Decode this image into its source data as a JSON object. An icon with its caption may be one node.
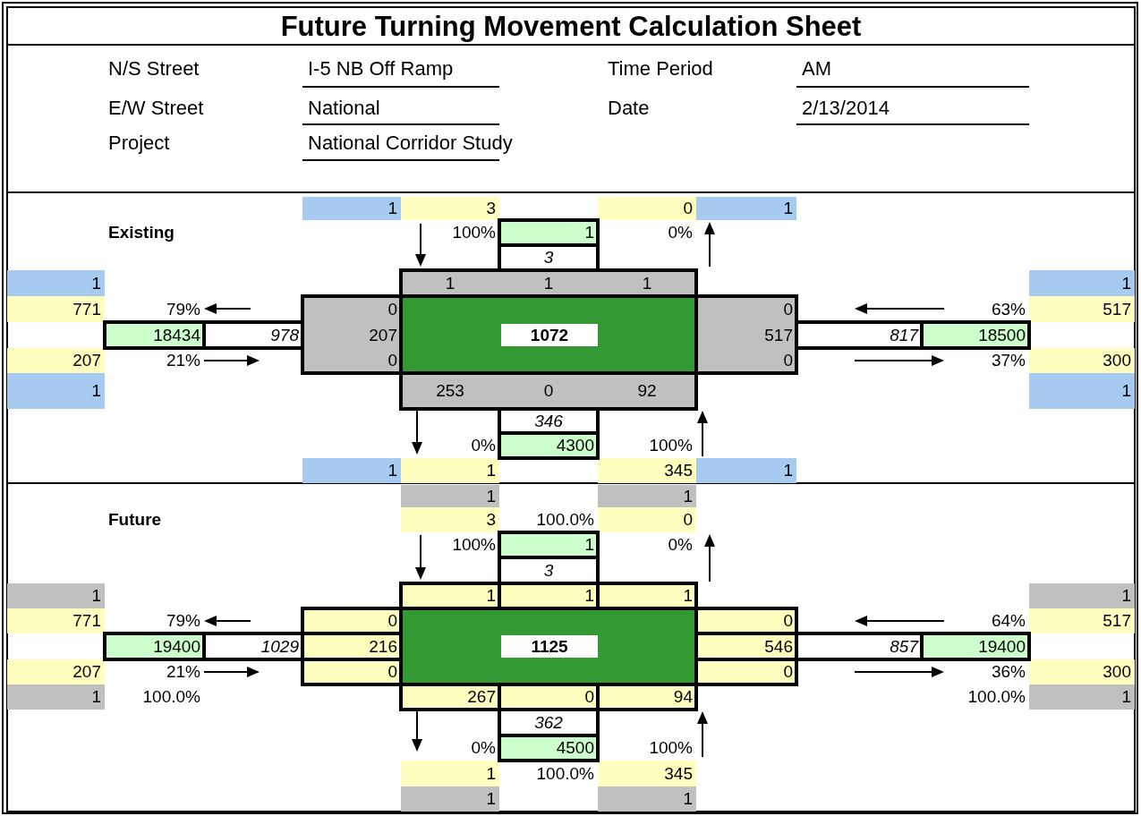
{
  "diagram": {
    "title": "Future Turning Movement Calculation Sheet",
    "labels": [
      "N/S Street",
      "I-5 NB Off Ramp",
      "Time Period",
      "AM",
      "E/W Street",
      "National",
      "Date",
      "2/13/2014",
      "Project",
      "National Corridor Study",
      "1",
      "3",
      "0",
      "1",
      "Existing",
      "100%",
      "1",
      "0%",
      "3",
      "1",
      "1",
      "1",
      "1",
      "1",
      "771",
      "79%",
      "0",
      "0",
      "63%",
      "517",
      "18434",
      "978",
      "207",
      "1072",
      "517",
      "817",
      "18500",
      "207",
      "21%",
      "0",
      "0",
      "37%",
      "300",
      "1",
      "253",
      "0",
      "92",
      "1",
      "346",
      "0%",
      "4300",
      "100%",
      "1",
      "1",
      "345",
      "1",
      "1",
      "1",
      "Future",
      "3",
      "100.0%",
      "0",
      "100%",
      "1",
      "0%",
      "3",
      "1",
      "1",
      "1",
      "1",
      "1",
      "771",
      "79%",
      "0",
      "0",
      "64%",
      "517",
      "19400",
      "1029",
      "216",
      "1125",
      "546",
      "857",
      "19400",
      "207",
      "21%",
      "0",
      "0",
      "36%",
      "300",
      "1",
      "100.0%",
      "267",
      "0",
      "94",
      "100.0%",
      "1",
      "362",
      "0%",
      "4500",
      "100%",
      "1",
      "100.0%",
      "345",
      "1",
      "1"
    ]
  }
}
